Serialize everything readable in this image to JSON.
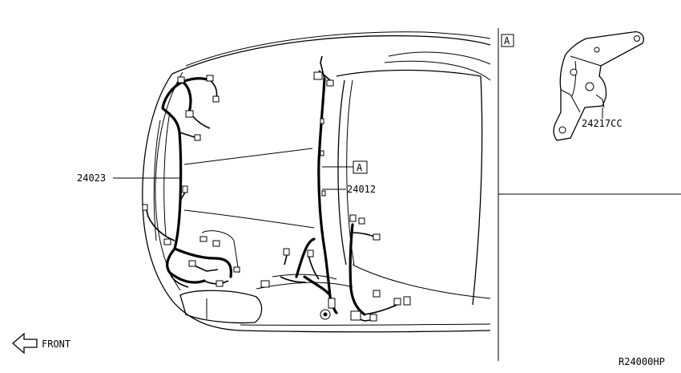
{
  "diagram": {
    "callouts": {
      "front_harness": "24023",
      "engine_room_harness": "24012",
      "view_ref": "A",
      "bracket": "24217CC"
    },
    "detail_view": {
      "view_label": "A"
    },
    "direction_label": "FRONT",
    "drawing_number": "R24000HP"
  }
}
